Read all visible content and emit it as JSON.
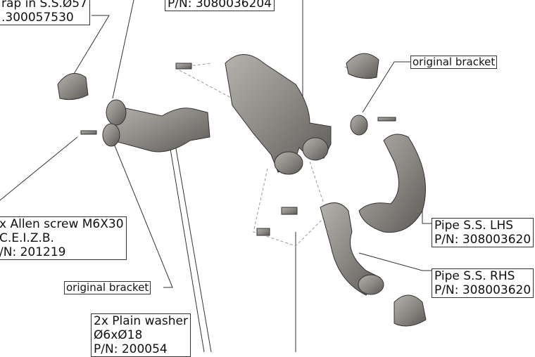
{
  "labels": {
    "strap": {
      "line1": "rap in S.S.Ø57",
      "line2": ".300057530"
    },
    "manifold": {
      "line1": "P/N: 3080036204"
    },
    "bracket_right": "original bracket",
    "bracket_left": "original bracket",
    "screw": {
      "line1": "x Allen screw M6X30",
      "line2": "C.E.I.Z.B.",
      "line3": "/N: 201219"
    },
    "washer": {
      "line1": "2x Plain washer",
      "line2": "Ø6xØ18",
      "line3": "P/N: 200054"
    },
    "pipe_lhs": {
      "line1": "Pipe S.S. LHS",
      "line2": "P/N: 308003620"
    },
    "pipe_rhs": {
      "line1": "Pipe S.S. RHS",
      "line2": "P/N: 308003620"
    }
  },
  "colors": {
    "part": "#8c8884",
    "part_dark": "#5d5a57",
    "line": "#333333"
  }
}
